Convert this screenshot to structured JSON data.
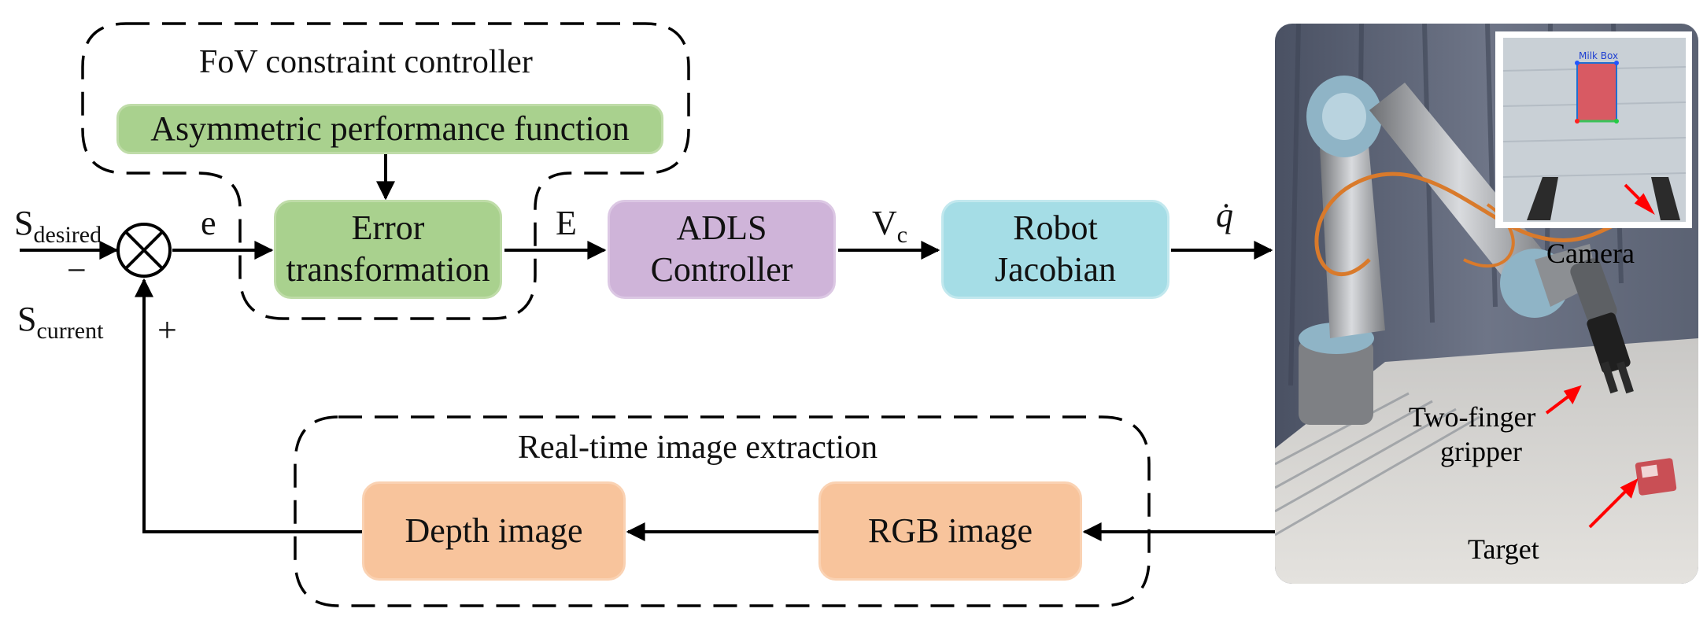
{
  "fov_group": {
    "title": "FoV constraint controller"
  },
  "blocks": {
    "apf": "Asymmetric performance function",
    "error_line1": "Error",
    "error_line2": "transformation",
    "adls_line1": "ADLS",
    "adls_line2": "Controller",
    "robot_line1": "Robot",
    "robot_line2": "Jacobian",
    "depth": "Depth image",
    "rgb": "RGB image"
  },
  "rt_group": {
    "title": "Real-time image extraction"
  },
  "signals": {
    "s_desired_base": "S",
    "s_desired_sub": "desired",
    "s_current_base": "S",
    "s_current_sub": "current",
    "minus": "−",
    "plus": "+",
    "e": "e",
    "E": "E",
    "vc_base": "V",
    "vc_sub": "c",
    "qdot": "q̇"
  },
  "photo": {
    "inset_label": "Milk Box",
    "camera": "Camera",
    "gripper_line1": "Two-finger",
    "gripper_line2": "gripper",
    "target": "Target"
  },
  "colors": {
    "green": "#a9d18e",
    "purple": "#cfb4d9",
    "cyan": "#a5dde6",
    "orange": "#f8c49c",
    "arrow_red": "#ff0000"
  }
}
